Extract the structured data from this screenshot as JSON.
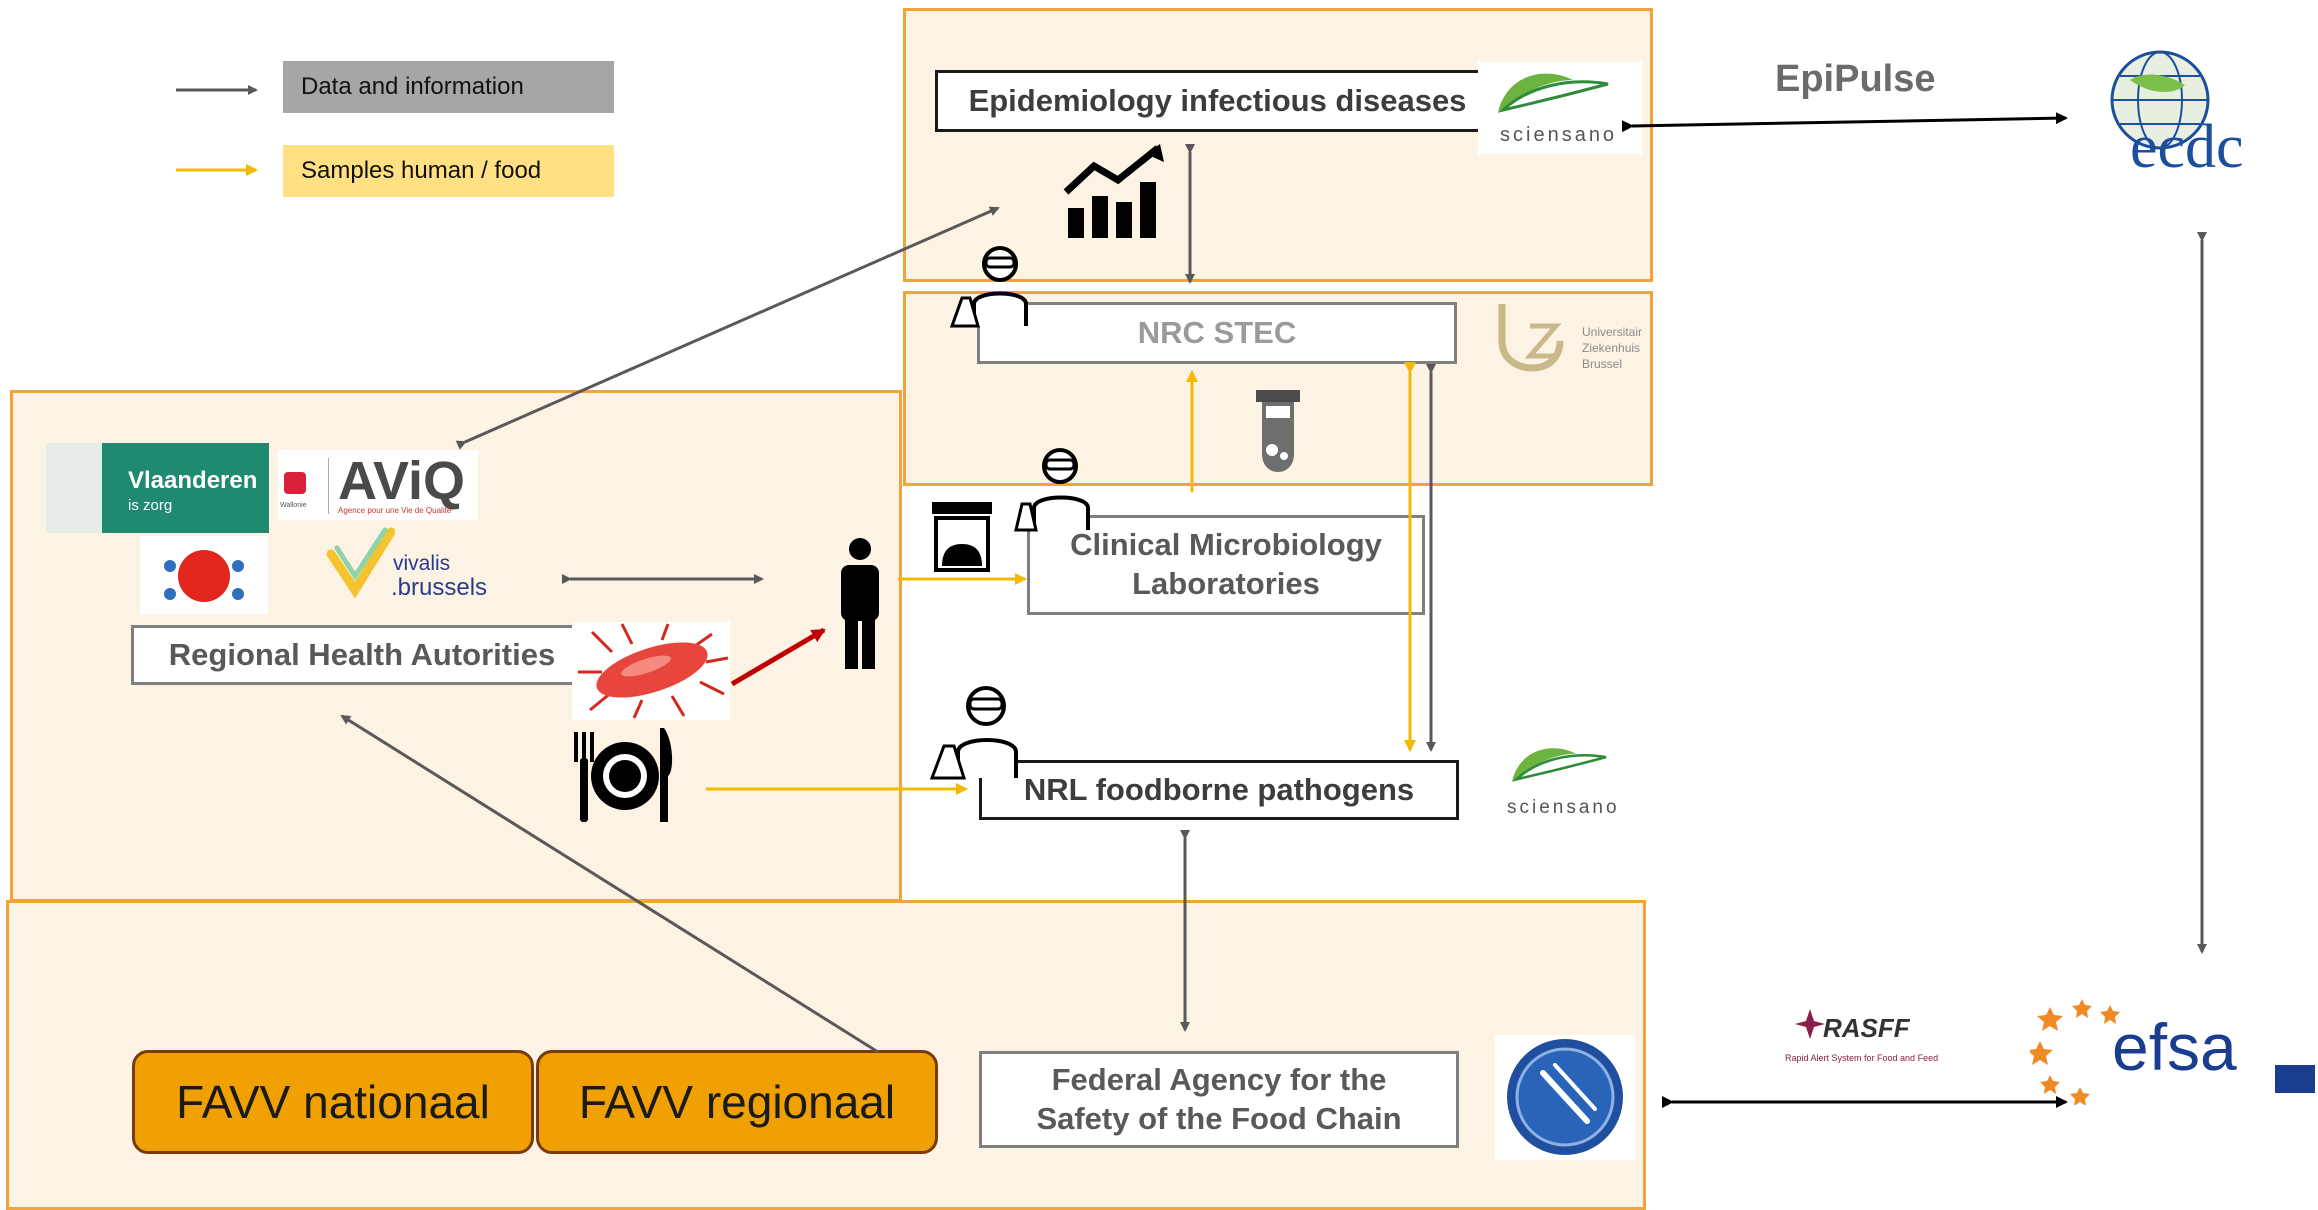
{
  "legend": {
    "data_label": "Data and information",
    "samples_label": "Samples human / food"
  },
  "labels": {
    "epipulse": "EpiPulse",
    "epidemiology": "Epidemiology infectious diseases",
    "nrc_stec": "NRC STEC",
    "clinical_line1": "Clinical Microbiology",
    "clinical_line2": "Laboratories",
    "regional": "Regional Health Autorities",
    "nrl": "NRL foodborne pathogens",
    "federal_line1": "Federal Agency for the",
    "federal_line2": "Safety of the Food Chain",
    "favv_national": "FAVV nationaal",
    "favv_regional": "FAVV regionaal"
  },
  "logos": {
    "sciensano": "sciensano",
    "ecdc": "ecdc",
    "uz_line1": "Universitair",
    "uz_line2": "Ziekenhuis",
    "uz_line3": "Brussel",
    "vlaanderen_line1": "Vlaanderen",
    "vlaanderen_line2": "is zorg",
    "aviq": "AViQ",
    "aviq_sub": "Agence pour une Vie de Qualité",
    "wallonie": "Wallonie",
    "vivalis_line1": "vivalis",
    "vivalis_line2": ".brussels",
    "rasff": "RASFF",
    "rasff_sub": "Rapid Alert System for Food and Feed",
    "efsa": "efsa"
  },
  "icons": [
    "chart-icon",
    "scientist-icon",
    "test-tube-icon",
    "stool-sample-icon",
    "person-icon",
    "bacteria-icon",
    "plate-cutlery-icon",
    "food-safety-seal-icon"
  ],
  "colors": {
    "frame_border": "#f2a33a",
    "frame_fill": "#fdf3e5",
    "data_arrow": "#595959",
    "sample_arrow": "#f5b800",
    "favv_fill": "#f0a000",
    "legend_grey": "#a6a6a6",
    "legend_yellow": "#ffe082"
  }
}
